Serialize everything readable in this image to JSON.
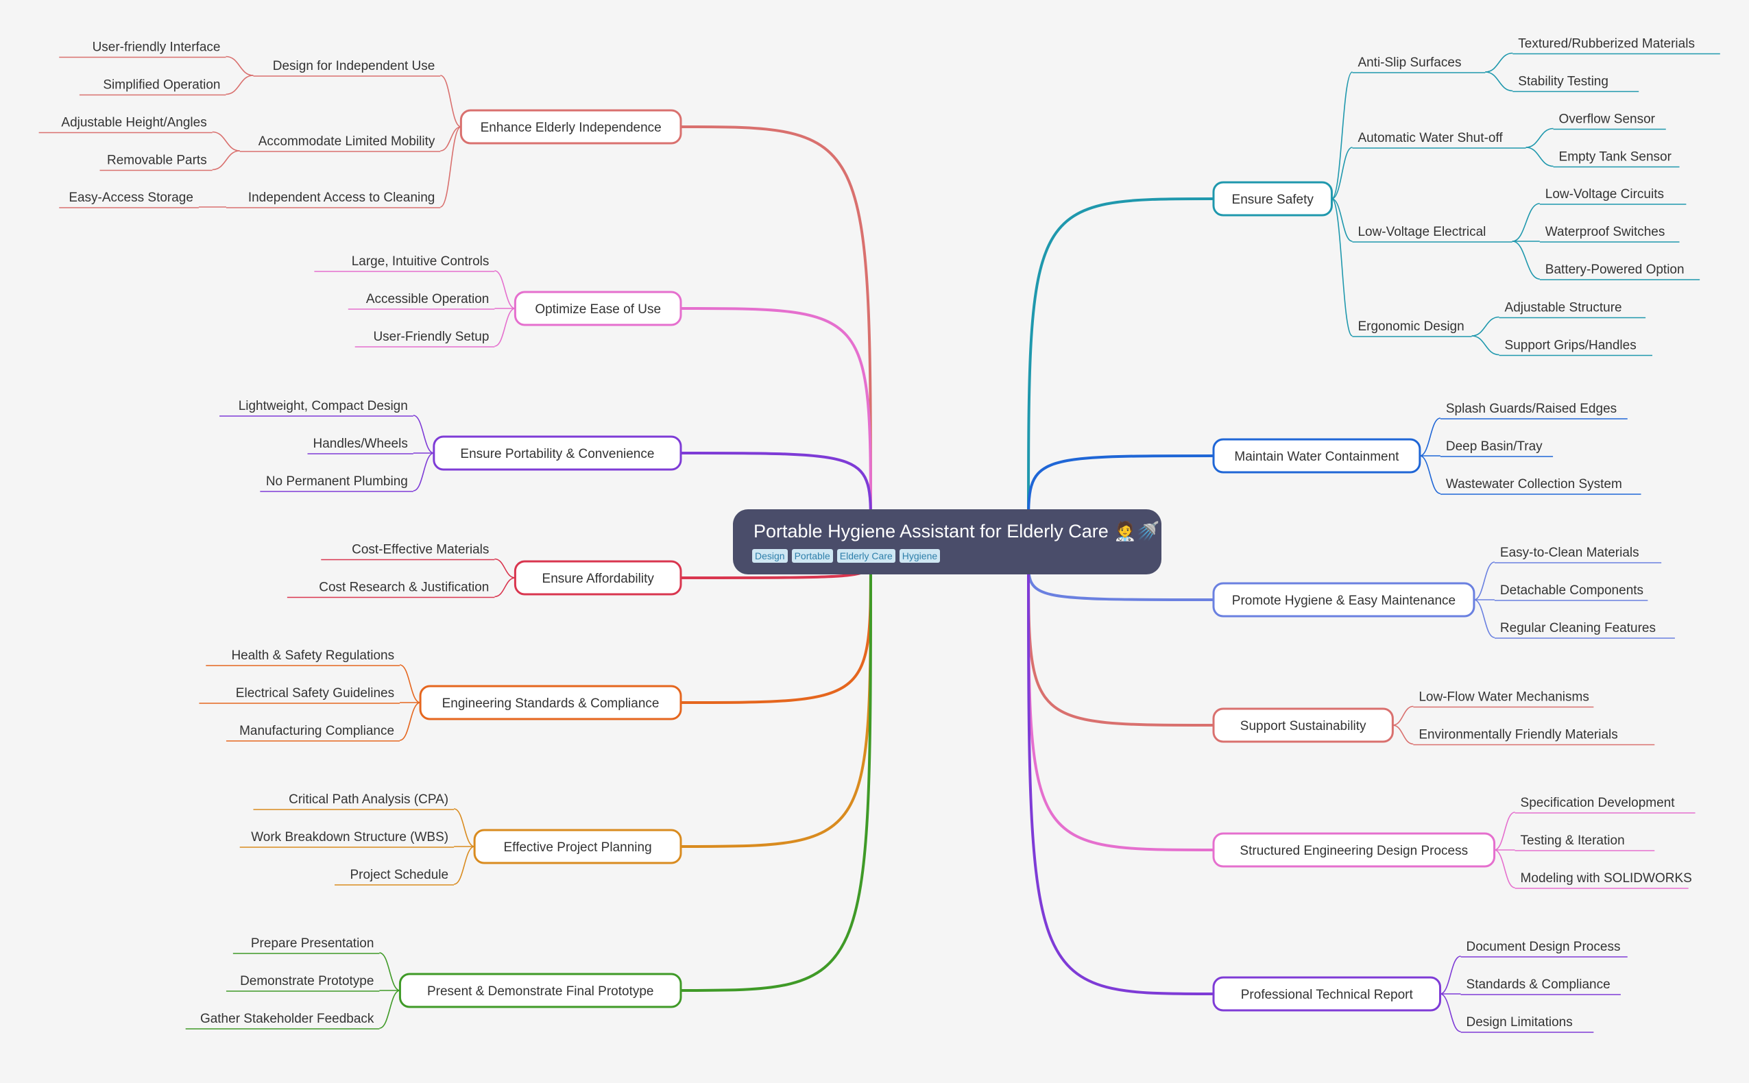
{
  "root": {
    "title": "Portable Hygiene Assistant for Elderly Care 🧑‍⚕️🚿",
    "tags": [
      "Design",
      "Portable",
      "Elderly Care",
      "Hygiene"
    ]
  },
  "branches": [
    {
      "label": "Enhance Elderly Independence",
      "color": "#d9706e",
      "side": "left",
      "children": [
        {
          "label": "Design for Independent Use",
          "children": [
            "User-friendly Interface",
            "Simplified Operation"
          ]
        },
        {
          "label": "Accommodate Limited Mobility",
          "children": [
            "Adjustable Height/Angles",
            "Removable Parts"
          ]
        },
        {
          "label": "Independent Access to Cleaning",
          "children": [
            "Easy-Access Storage"
          ]
        }
      ]
    },
    {
      "label": "Optimize Ease of Use",
      "color": "#e56fce",
      "side": "left",
      "children": [
        "Large, Intuitive Controls",
        "Accessible Operation",
        "User-Friendly Setup"
      ]
    },
    {
      "label": "Ensure Portability & Convenience",
      "color": "#7e3bd6",
      "side": "left",
      "children": [
        "Lightweight, Compact Design",
        "Handles/Wheels",
        "No Permanent Plumbing"
      ]
    },
    {
      "label": "Ensure Affordability",
      "color": "#d9364f",
      "side": "left",
      "children": [
        "Cost-Effective Materials",
        "Cost Research & Justification"
      ]
    },
    {
      "label": "Engineering Standards & Compliance",
      "color": "#e5661e",
      "side": "left",
      "children": [
        "Health & Safety Regulations",
        "Electrical Safety Guidelines",
        "Manufacturing Compliance"
      ]
    },
    {
      "label": "Effective Project Planning",
      "color": "#d98b1f",
      "side": "left",
      "children": [
        "Critical Path Analysis (CPA)",
        "Work Breakdown Structure (WBS)",
        "Project Schedule"
      ]
    },
    {
      "label": "Present & Demonstrate Final Prototype",
      "color": "#3f9a27",
      "side": "left",
      "children": [
        "Prepare Presentation",
        "Demonstrate Prototype",
        "Gather Stakeholder Feedback"
      ]
    },
    {
      "label": "Ensure Safety",
      "color": "#1f98ad",
      "side": "right",
      "children": [
        {
          "label": "Anti-Slip Surfaces",
          "children": [
            "Textured/Rubberized Materials",
            "Stability Testing"
          ]
        },
        {
          "label": "Automatic Water Shut-off",
          "children": [
            "Overflow Sensor",
            "Empty Tank Sensor"
          ]
        },
        {
          "label": "Low-Voltage Electrical",
          "children": [
            "Low-Voltage Circuits",
            "Waterproof Switches",
            "Battery-Powered Option"
          ]
        },
        {
          "label": "Ergonomic Design",
          "children": [
            "Adjustable Structure",
            "Support Grips/Handles"
          ]
        }
      ]
    },
    {
      "label": "Maintain Water Containment",
      "color": "#1f66d6",
      "side": "right",
      "children": [
        "Splash Guards/Raised Edges",
        "Deep Basin/Tray",
        "Wastewater Collection System"
      ]
    },
    {
      "label": "Promote Hygiene & Easy Maintenance",
      "color": "#6a80e0",
      "side": "right",
      "children": [
        "Easy-to-Clean Materials",
        "Detachable Components",
        "Regular Cleaning Features"
      ]
    },
    {
      "label": "Support Sustainability",
      "color": "#d9706e",
      "side": "right",
      "children": [
        "Low-Flow Water Mechanisms",
        "Environmentally Friendly Materials"
      ]
    },
    {
      "label": "Structured Engineering Design Process",
      "color": "#e56fce",
      "side": "right",
      "children": [
        "Specification Development",
        "Testing & Iteration",
        "Modeling with SOLIDWORKS"
      ]
    },
    {
      "label": "Professional Technical Report",
      "color": "#7e3bd6",
      "side": "right",
      "children": [
        "Document Design Process",
        "Standards & Compliance",
        "Design Limitations"
      ]
    }
  ]
}
